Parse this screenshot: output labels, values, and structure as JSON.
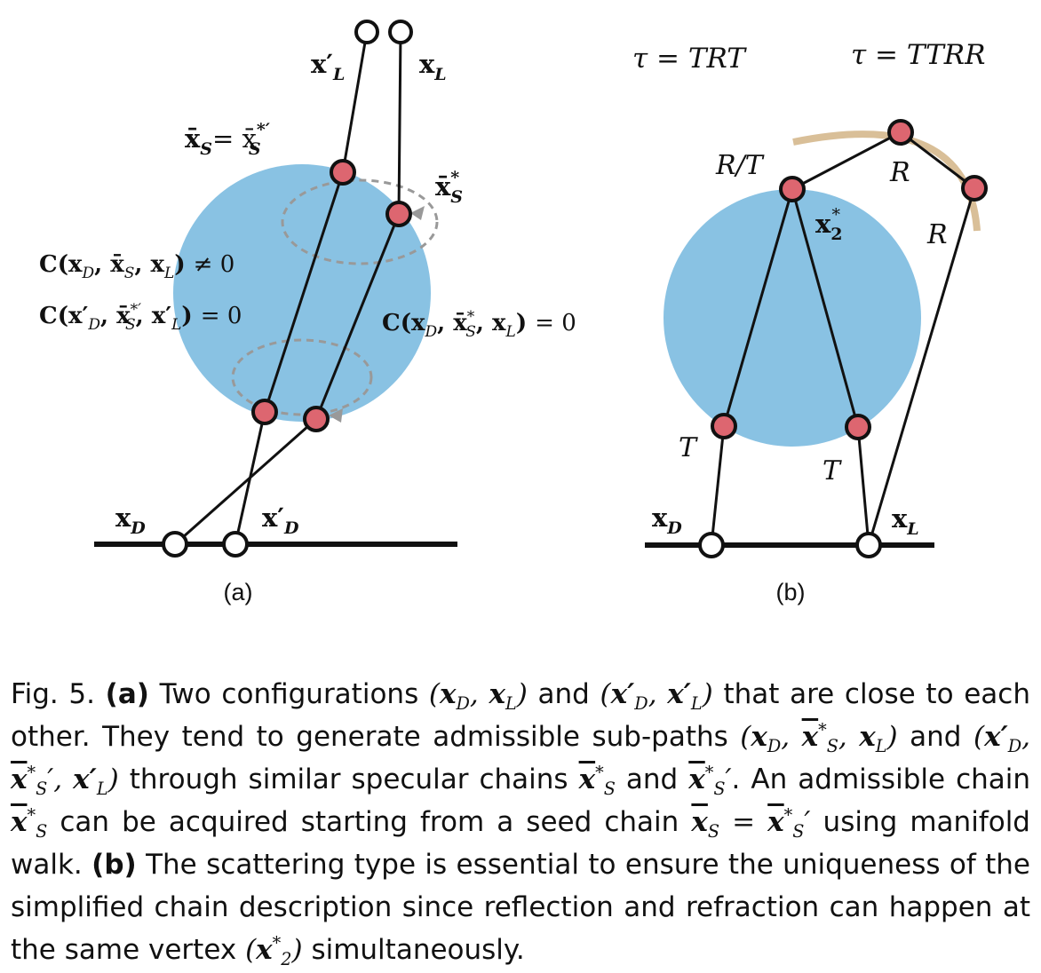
{
  "panel_a": {
    "caption": "(a)",
    "labels": {
      "x_l_prime": "x′",
      "x_l_prime_sub": "L",
      "x_l": "x",
      "x_l_sub": "L",
      "seed_chain": "x̄",
      "seed_chain_sub": "S",
      "seed_eq": "= x̄",
      "seed_eq_sup": "*′",
      "seed_eq_sub": "S",
      "x_s_star": "x̄",
      "x_s_star_sup": "*",
      "x_s_star_sub": "S",
      "x_d": "x",
      "x_d_sub": "D",
      "x_d_prime": "x′",
      "x_d_prime_sub": "D",
      "constraint_1": "C(x",
      "constraint_1_rest": "≠ 0",
      "constraint_2_rest": "= 0",
      "constraint_3_rest": "= 0"
    }
  },
  "panel_b": {
    "caption": "(b)",
    "labels": {
      "tau_1": "τ = TRT",
      "tau_2": "τ = TTRR",
      "r_over_t": "R/T",
      "r_top": "R",
      "r_right": "R",
      "x2_star": "x",
      "x2_star_sub": "2",
      "x2_star_sup": "*",
      "t_left": "T",
      "t_right": "T",
      "x_d": "x",
      "x_d_sub": "D",
      "x_l": "x",
      "x_l_sub": "L"
    }
  },
  "colors": {
    "sphere": "#89c2e3",
    "vertex": "#dd6670",
    "arc": "#d9bf98",
    "dashed": "#999999",
    "ink": "#111111"
  },
  "caption": {
    "fig": "Fig. 5.",
    "a_label": "(a)",
    "a_text_1": "Two configurations",
    "a_text_2": "and",
    "a_text_3": "that are close to each other. They tend to generate admissible sub-paths",
    "a_text_4": "and",
    "a_text_5": "through similar specular chains",
    "a_text_6": "and",
    "a_text_7": ". An admissible chain",
    "a_text_8": "can be acquired starting from a seed chain",
    "a_text_9": "using manifold walk.",
    "b_label": "(b)",
    "b_text": "The scattering type is essential to ensure the uniqueness of the simplified chain description since reflection and refraction can happen at the same vertex",
    "b_text_end": "simultaneously."
  }
}
